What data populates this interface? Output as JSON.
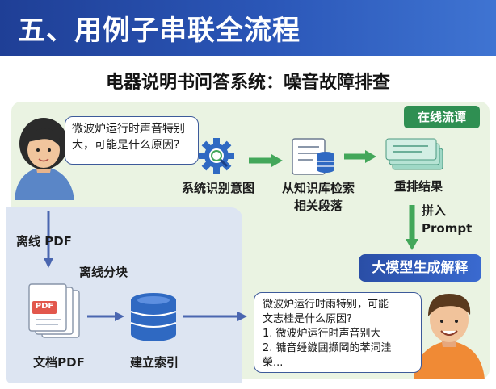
{
  "header": {
    "title": "五、用例子串联全流程"
  },
  "subtitle": "电器说明书问答系统：噪音故障排查",
  "online": {
    "badge": "在线流谭",
    "question": [
      "微波炉运行时声音特别",
      "大，可能是什么原因?"
    ],
    "steps": {
      "intent": "系统识别意图",
      "retrieve": [
        "从知识库检索",
        "相关段落"
      ],
      "rerank": "重排结果",
      "prompt": [
        "拼入",
        "Prompt"
      ],
      "llm": "大模型生成解释"
    },
    "answer": {
      "lines": [
        "微波炉运行时雨特别，可能",
        "文志桂是什么原因?"
      ],
      "items": [
        "1. 微波炉运行时声音别大",
        "2. 镛音缍鏇囲擷岡的苯泀洼",
        "    榮..."
      ]
    }
  },
  "offline": {
    "offline_pdf": "离线 PDF",
    "chunking": "离线分块",
    "pdf_icon_text": "PDF",
    "doc_label": "文档PDF",
    "index_label": "建立索引"
  },
  "colors": {
    "header_blue": "#2b57b8",
    "online_green": "#eaf3e2",
    "offline_blue": "#dde5f2",
    "arrow_green": "#43a75a",
    "arrow_blue": "#4a66b0",
    "badge_green": "#2f8f52",
    "pdf_red": "#e2574c"
  }
}
